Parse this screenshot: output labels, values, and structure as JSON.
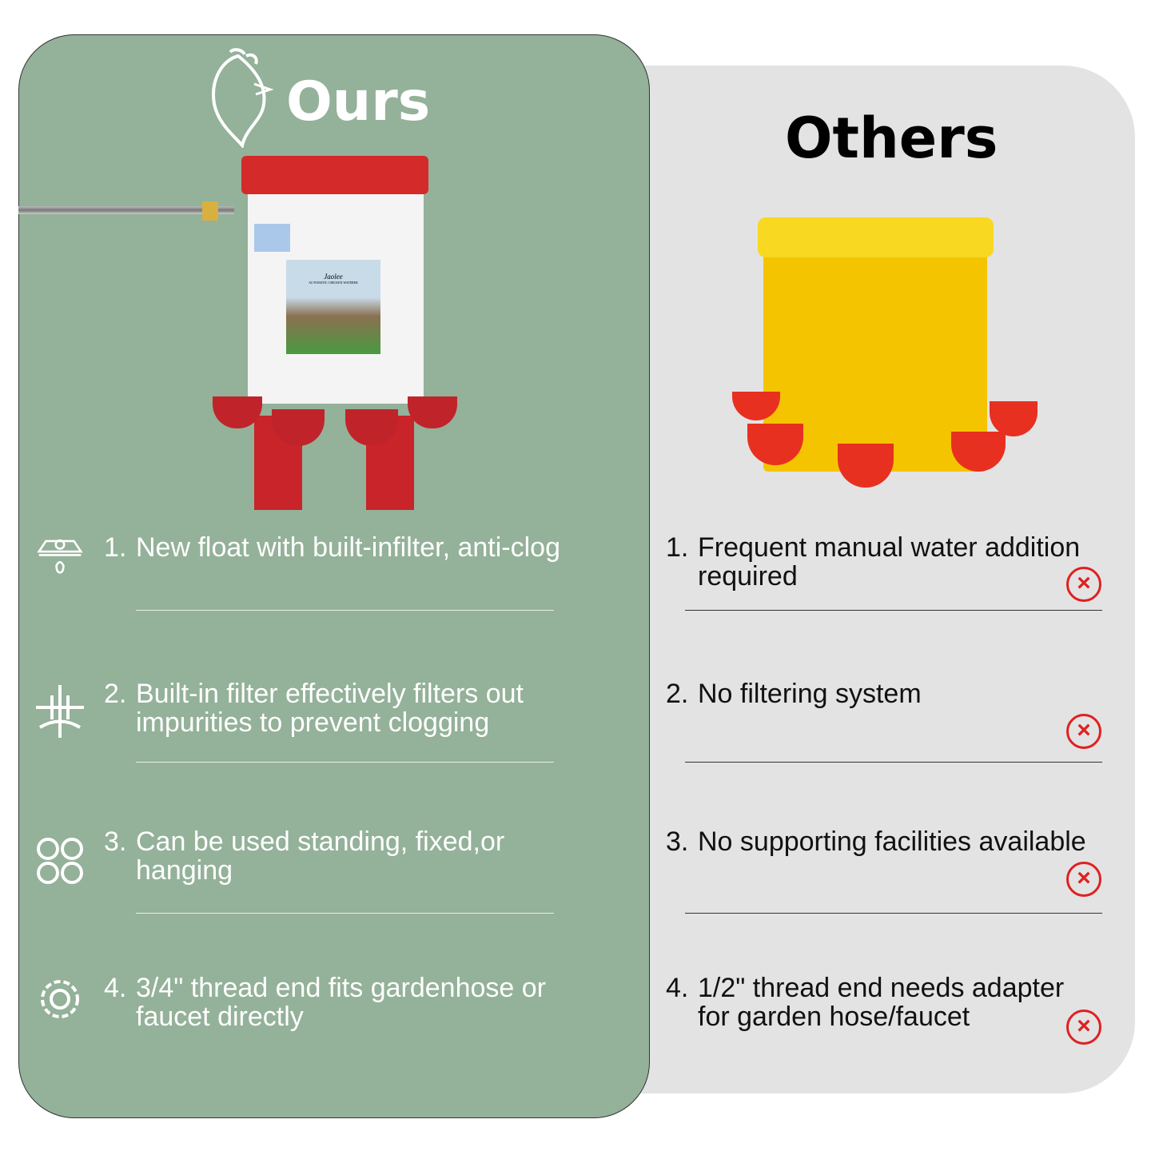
{
  "ours": {
    "title": "Ours",
    "label_brand": "Jaolee",
    "label_sub": "AUTOMATIC CHICKEN WATERER",
    "features": [
      {
        "num": "1.",
        "text": "New float with built-infilter, anti-clog",
        "text2": ""
      },
      {
        "num": "2.",
        "text": "Built-in filter effectively filters out",
        "text2": "impurities to prevent clogging"
      },
      {
        "num": "3.",
        "text": "Can be used standing, fixed,or",
        "text2": "hanging"
      },
      {
        "num": "4.",
        "text": "3/4\" thread end fits gardenhose or",
        "text2": "faucet directly"
      }
    ]
  },
  "others": {
    "title": "Others",
    "features": [
      {
        "num": "1.",
        "text": "Frequent manual water addition",
        "text2": "required"
      },
      {
        "num": "2.",
        "text": "No filtering system",
        "text2": ""
      },
      {
        "num": "3.",
        "text": "No supporting facilities available",
        "text2": ""
      },
      {
        "num": "4.",
        "text": "1/2\" thread end needs adapter",
        "text2": "for garden hose/faucet"
      }
    ]
  },
  "colors": {
    "ours_bg": "#94b199",
    "others_bg": "#e3e3e3",
    "x_red": "#e02020"
  }
}
